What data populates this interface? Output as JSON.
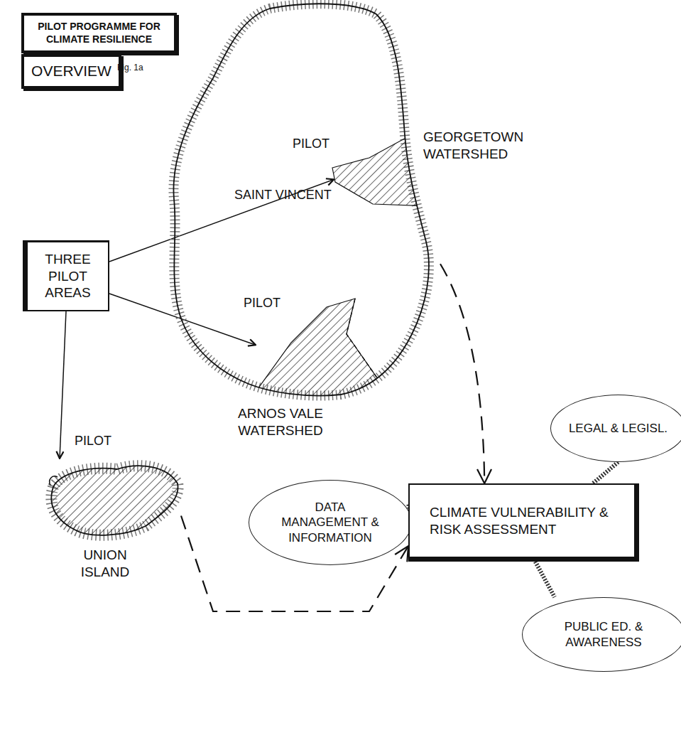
{
  "diagram": {
    "nodes": [
      {
        "text": [
          "PILOT PROGRAMME FOR CLIMATE RESILIENCE"
        ]
      },
      {
        "text": [
          "OVERVIEW"
        ]
      },
      {
        "text": [
          "SAINT VINCENT"
        ]
      },
      {
        "text": [
          "GEORGETOWN WATERSHED"
        ],
        "in": 2
      },
      {
        "text": [
          "THREE PILOT AREAS"
        ]
      },
      {
        "text": [
          "ARNOS VALE WATERSHED"
        ],
        "in": 2
      },
      {
        "text": [
          "LEGAL & LEGISL."
        ]
      },
      {
        "text": [
          "DATA MANAGEMENT & INFORMATION"
        ]
      },
      {
        "text": [
          "CLIMATE VULNERABILITY & RISK ASSESSMENT"
        ]
      },
      {
        "text": [
          "UNION ISLAND"
        ]
      },
      {
        "text": [
          "PUBLIC ED. & AWARENESS"
        ]
      }
    ],
    "edges": [
      {
        "from": 4,
        "to": 3,
        "arrow": "to"
      },
      {
        "from": 4,
        "to": 5,
        "arrow": "to"
      },
      {
        "from": 4,
        "to": 9,
        "arrow": "to"
      },
      {
        "from": 2,
        "to": 8,
        "arrow": "to"
      },
      {
        "from": 9,
        "to": 8,
        "arrow": "to"
      },
      {
        "from": 7,
        "to": 8,
        "arrow": "none"
      },
      {
        "from": 6,
        "to": 8,
        "arrow": "none"
      },
      {
        "from": 8,
        "to": 10,
        "arrow": "none"
      }
    ],
    "labels": [
      "Fig. 1a",
      "PILOT",
      "PILOT",
      "PILOT"
    ]
  }
}
